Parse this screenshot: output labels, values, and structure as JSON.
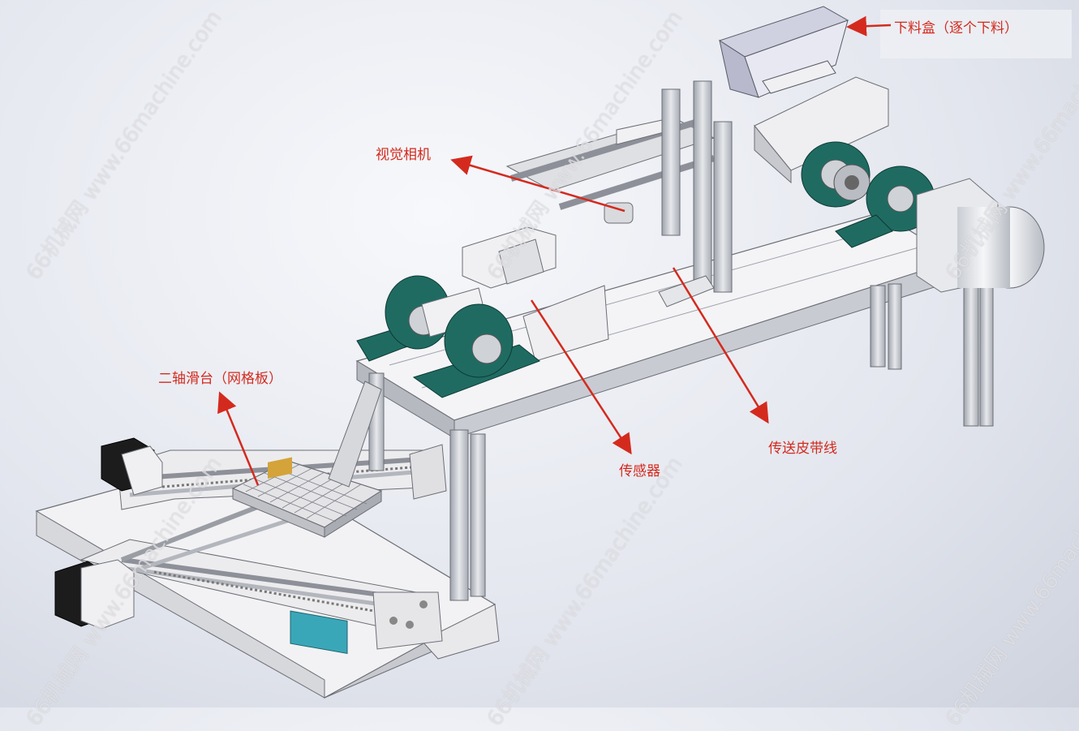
{
  "labels": {
    "hopper": "下料盒（逐个下料）",
    "camera": "视觉相机",
    "slide": "二轴滑台（网格板）",
    "sensor": "传感器",
    "belt": "传送皮带线"
  },
  "watermark": "66机械网 www.66machine.com",
  "colors": {
    "arrow": "#d42a1e",
    "bearing": "#1f6b62",
    "frame": "#c9cbd2",
    "plate": "#f4f4f6",
    "motor": "#1c1c1c"
  }
}
